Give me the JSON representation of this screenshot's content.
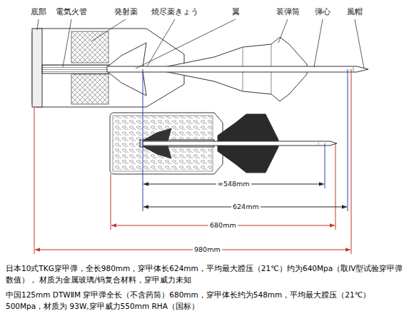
{
  "diagram": {
    "labels": [
      "底部",
      "電気火管",
      "発射薬",
      "焼尽薬きょう",
      "翼",
      "装弾筒",
      "弾心",
      "風帽",
      "≈548mm",
      "624mm",
      "680mm",
      "980mm",
      "日本10式TKG穿甲弹，全长980mm，穿甲体长624mm，平均最大膛压（21℃）约为640Mpa（取IV型试验穿甲弹数值）， 材质为金属玻璃/钨复合材料，穿甲威力未知",
      "中国125mm DTWⅡM 穿甲弹全长（不含药筒）680mm，穿甲体长约为548mm，平均最大膛压（21℃）500Mpa，材质为 93W,穿甲威力550mm RHA（国标）"
    ]
  }
}
